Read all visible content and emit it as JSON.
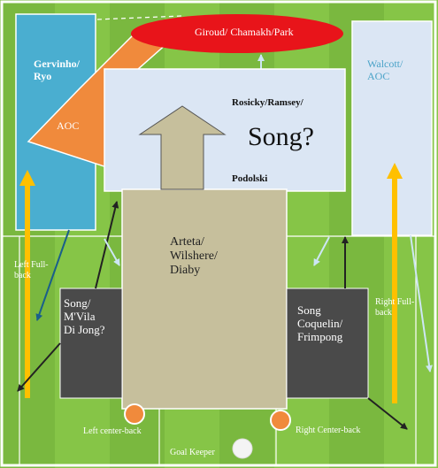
{
  "diagram": {
    "colors": {
      "pitch_light": "#8cc84b",
      "pitch_dark": "#73b23c",
      "blue_box": "#4aaed0",
      "orange": "#f08a3c",
      "red_ellipse": "#e8141a",
      "light_panel": "#dbe6f4",
      "tan_box": "#c6bf9c",
      "dark_box": "#4a4a4a",
      "yellow_arrow": "#ffc000"
    },
    "forwards": {
      "label": "Giroud/ Chamakh/Park"
    },
    "left_wing": {
      "label": "Gervinho/\nRyo"
    },
    "left_aoc": {
      "label": "AOC"
    },
    "right_wing": {
      "label": "Walcott/\nAOC"
    },
    "attacking_mids": {
      "label": "Rosicky/Ramsey/"
    },
    "song_question": {
      "label": "Song?"
    },
    "podolski": {
      "label": "Podolski"
    },
    "central_mids": {
      "label": "Arteta/\nWilshere/\nDiaby"
    },
    "left_dm": {
      "label": "Song/\nM'Vila\nDi Jong?"
    },
    "right_dm": {
      "label": "Song\nCoquelin/\nFrimpong"
    },
    "left_fullback": {
      "label": "Left Full-\nback"
    },
    "right_fullback": {
      "label": "Right Full-\nback"
    },
    "left_centerback": {
      "label": "Left center-back"
    },
    "right_centerback": {
      "label": "Right Center-back"
    },
    "goalkeeper": {
      "label": "Goal Keeper"
    }
  }
}
